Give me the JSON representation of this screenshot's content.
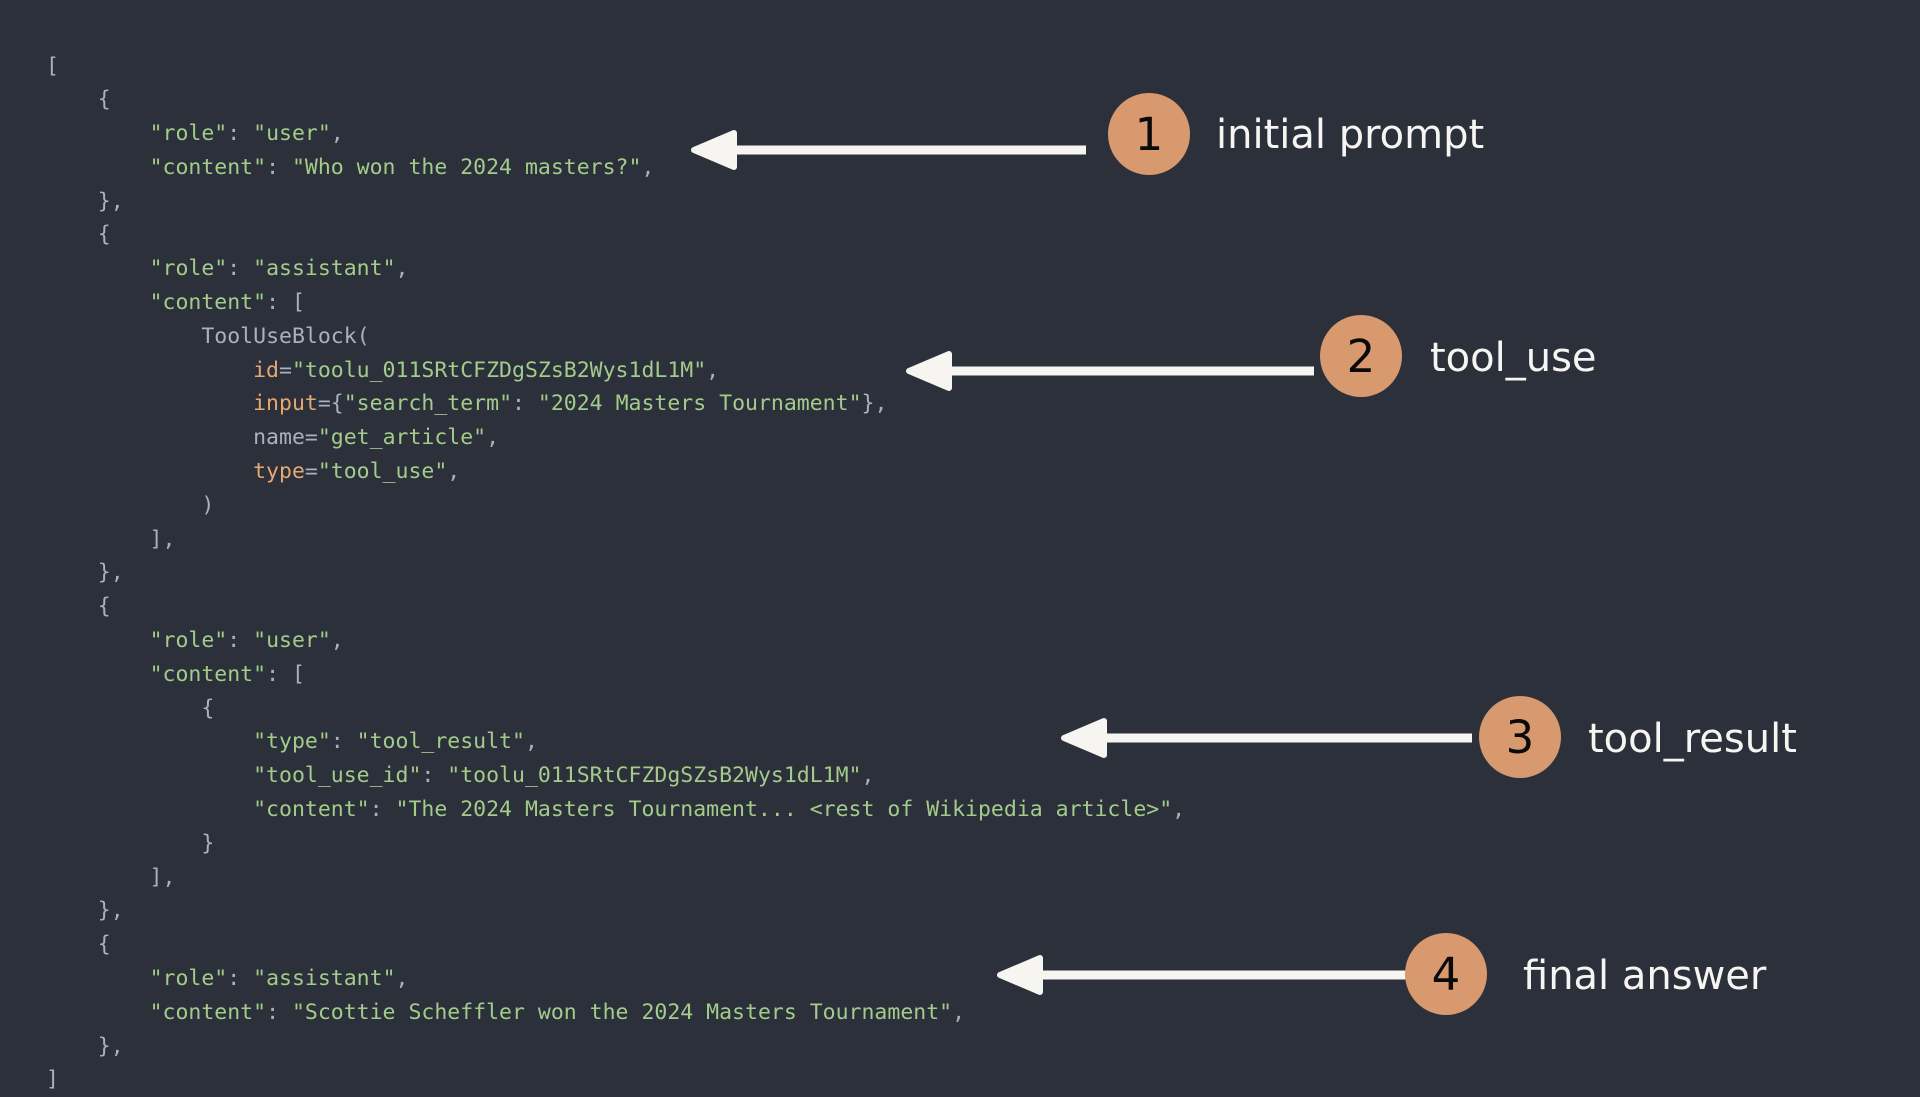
{
  "theme": {
    "background": "#2b303b",
    "string_color": "#a3cc8a",
    "punctuation_color": "#a9b1bc",
    "keyword_color": "#e5a873",
    "badge_color": "#d9996e",
    "badge_number_color": "#0a0a0a",
    "arrow_color": "#f6f5f2",
    "label_color": "#f6f5f2"
  },
  "code": {
    "language": "python",
    "lines": [
      "[",
      "    {",
      "        \"role\": \"user\",",
      "        \"content\": \"Who won the 2024 masters?\",",
      "    },",
      "    {",
      "        \"role\": \"assistant\",",
      "        \"content\": [",
      "            ToolUseBlock(",
      "                id=\"toolu_011SRtCFZDgSZsB2Wys1dL1M\",",
      "                input={\"search_term\": \"2024 Masters Tournament\"},",
      "                name=\"get_article\",",
      "                type=\"tool_use\",",
      "            )",
      "        ],",
      "    },",
      "    {",
      "        \"role\": \"user\",",
      "        \"content\": [",
      "            {",
      "                \"type\": \"tool_result\",",
      "                \"tool_use_id\": \"toolu_011SRtCFZDgSZsB2Wys1dL1M\",",
      "                \"content\": \"The 2024 Masters Tournament... <rest of Wikipedia article>\",",
      "            }",
      "        ],",
      "    },",
      "    {",
      "        \"role\": \"assistant\",",
      "        \"content\": \"Scottie Scheffler won the 2024 Masters Tournament\",",
      "    },",
      "]"
    ],
    "values": {
      "tool_use_id": "toolu_011SRtCFZDgSZsB2Wys1dL1M",
      "user_prompt": "Who won the 2024 masters?",
      "search_term": "2024 Masters Tournament",
      "tool_name": "get_article",
      "tool_result_content": "The 2024 Masters Tournament... <rest of Wikipedia article>",
      "final_answer": "Scottie Scheffler won the 2024 Masters Tournament"
    }
  },
  "annotations": [
    {
      "number": "1",
      "label": "initial prompt"
    },
    {
      "number": "2",
      "label": "tool_use"
    },
    {
      "number": "3",
      "label": "tool_result"
    },
    {
      "number": "4",
      "label": "final answer"
    }
  ]
}
